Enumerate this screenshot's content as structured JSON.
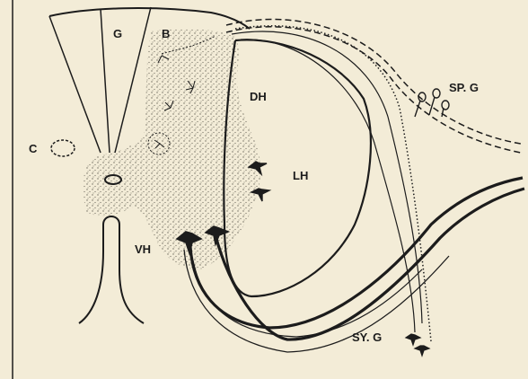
{
  "labels": {
    "g": "G",
    "b": "B",
    "dh": "DH",
    "c": "C",
    "lh": "LH",
    "vh": "VH",
    "sp_g": "SP. G",
    "sy_g": "SY. G"
  },
  "colors": {
    "paper": "#f3ecd7",
    "ink": "#1c1c1c",
    "grey_matter_stipple": "#6e6a5e"
  }
}
